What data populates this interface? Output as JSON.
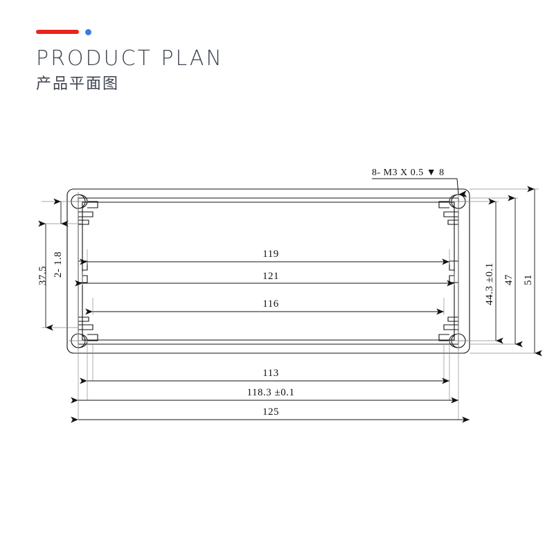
{
  "header": {
    "title_en": "PRODUCT PLAN",
    "title_cn": "产品平面图",
    "accent_bar_color": "#e8241c",
    "accent_dot_color": "#3b7de0",
    "title_color": "#3d4450"
  },
  "drawing": {
    "type": "engineering-dimension-drawing",
    "subject": "extruded aluminum enclosure end profile",
    "units": "mm",
    "line_color": "#111111",
    "background": "#ffffff",
    "callouts": [
      {
        "name": "thread-callout",
        "text": "8- M3 X 0.5 ▼ 8"
      }
    ],
    "dimensions_horizontal": [
      {
        "name": "dim-119",
        "label": "119"
      },
      {
        "name": "dim-121",
        "label": "121"
      },
      {
        "name": "dim-116",
        "label": "116"
      },
      {
        "name": "dim-113",
        "label": "113"
      },
      {
        "name": "dim-118-3",
        "label": "118.3 ±0.1"
      },
      {
        "name": "dim-125",
        "label": "125"
      }
    ],
    "dimensions_vertical_left": [
      {
        "name": "dim-37-5",
        "label": "37.5"
      },
      {
        "name": "dim-2-1-8",
        "label": "2- 1.8"
      }
    ],
    "dimensions_vertical_right": [
      {
        "name": "dim-44-3",
        "label": "44.3 ±0.1"
      },
      {
        "name": "dim-47",
        "label": "47"
      },
      {
        "name": "dim-51",
        "label": "51"
      }
    ]
  }
}
